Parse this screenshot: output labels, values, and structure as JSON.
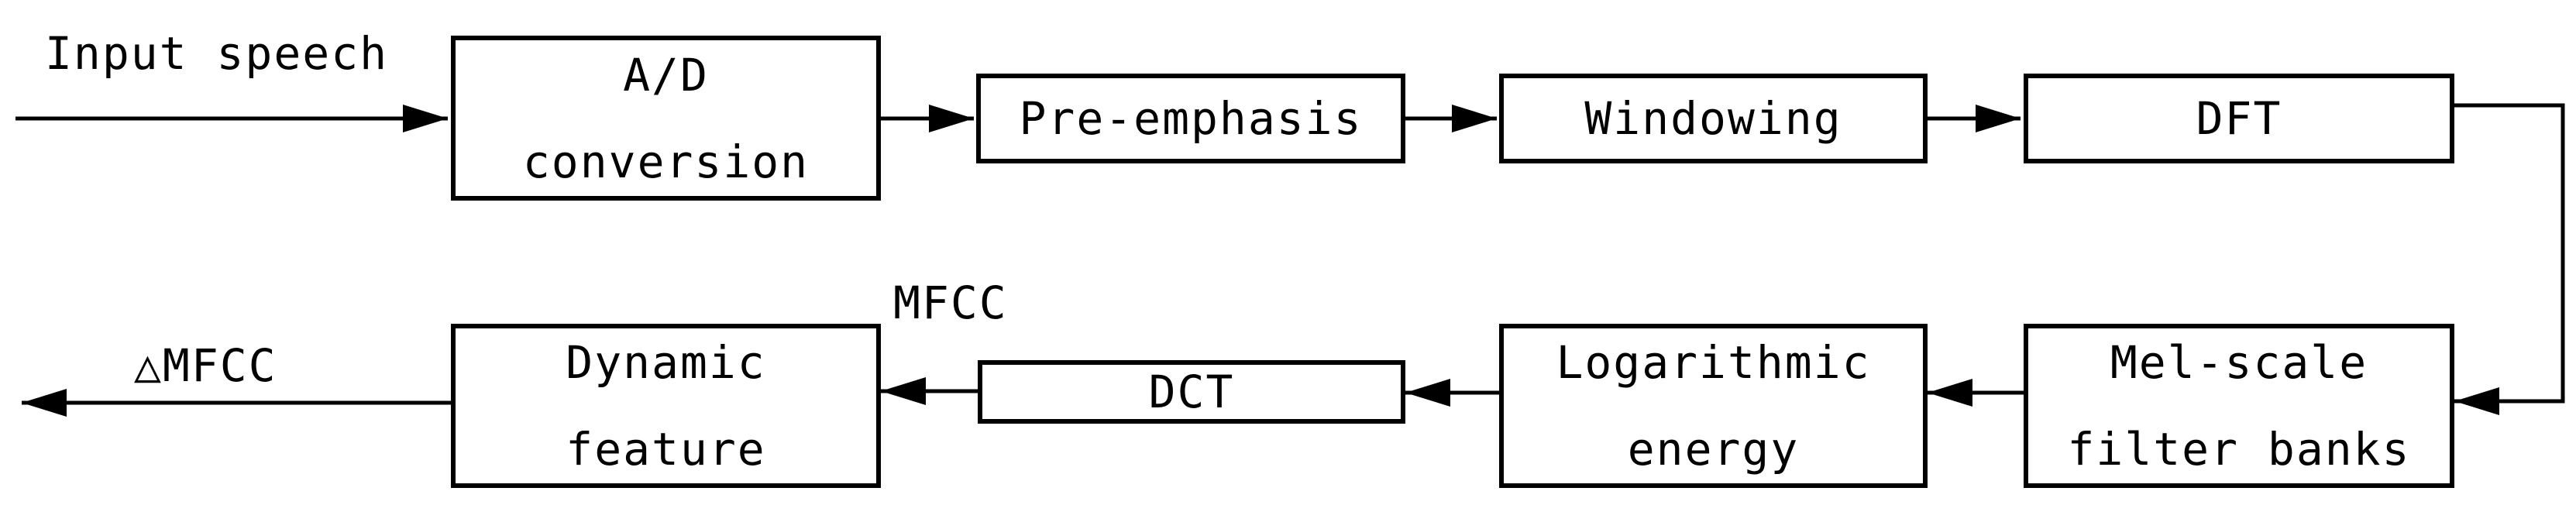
{
  "input_label": "Input speech",
  "mfcc_label": "MFCC",
  "delta_mfcc_label": "△MFCC",
  "blocks": {
    "ad": [
      "A/D",
      "conversion"
    ],
    "pre_emphasis": "Pre-emphasis",
    "windowing": "Windowing",
    "dft": "DFT",
    "mel": [
      "Mel-scale",
      "filter banks"
    ],
    "log": [
      "Logarithmic",
      "energy"
    ],
    "dct": "DCT",
    "dynamic": [
      "Dynamic",
      "feature"
    ]
  },
  "colors": {
    "stroke": "#000000",
    "background": "#ffffff"
  }
}
